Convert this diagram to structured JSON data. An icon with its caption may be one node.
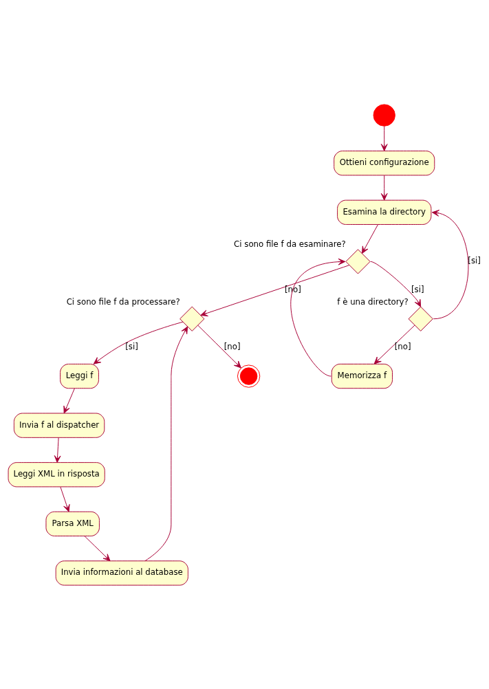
{
  "diagram": {
    "nodes": [
      {
        "text": [],
        "shape": "circle"
      },
      {
        "text": [
          "Ottieni configurazione"
        ]
      },
      {
        "text": [
          "Esamina la directory"
        ]
      },
      {
        "text": [],
        "shape": "diamond",
        "beside": [
          "Ci sono file f da esaminare?"
        ]
      },
      {
        "text": [],
        "shape": "diamond",
        "beside": [
          "f è una directory?"
        ]
      },
      {
        "text": [
          "Memorizza f"
        ]
      },
      {
        "text": [],
        "shape": "diamond",
        "beside": [
          "Ci sono file f da processare?"
        ]
      },
      {
        "text": [],
        "shape": "circle"
      },
      {
        "text": [
          "Leggi f"
        ]
      },
      {
        "text": [
          "Invia f al dispatcher"
        ]
      },
      {
        "text": [
          "Leggi XML in risposta"
        ]
      },
      {
        "text": [
          "Parsa XML"
        ]
      },
      {
        "text": [
          "Invia informazioni al database"
        ]
      }
    ],
    "edges": [
      {
        "from": 0,
        "to": 1,
        "arrow": "to"
      },
      {
        "from": 1,
        "to": 2,
        "arrow": "to"
      },
      {
        "from": 2,
        "to": 3,
        "arrow": "to"
      },
      {
        "from": 3,
        "to": 4,
        "arrow": "to",
        "label": "[si]"
      },
      {
        "from": 4,
        "to": 2,
        "arrow": "to",
        "label": "[si]"
      },
      {
        "from": 4,
        "to": 5,
        "arrow": "to",
        "label": "[no]"
      },
      {
        "from": 5,
        "to": 3,
        "arrow": "to"
      },
      {
        "from": 3,
        "to": 6,
        "arrow": "to",
        "label": "[no]"
      },
      {
        "from": 6,
        "to": 7,
        "arrow": "to",
        "label": "[no]"
      },
      {
        "from": 6,
        "to": 8,
        "arrow": "to",
        "label": "[si]"
      },
      {
        "from": 8,
        "to": 9,
        "arrow": "to"
      },
      {
        "from": 9,
        "to": 10,
        "arrow": "to"
      },
      {
        "from": 10,
        "to": 11,
        "arrow": "to"
      },
      {
        "from": 11,
        "to": 12,
        "arrow": "to"
      },
      {
        "from": 12,
        "to": 6,
        "arrow": "to"
      }
    ]
  }
}
